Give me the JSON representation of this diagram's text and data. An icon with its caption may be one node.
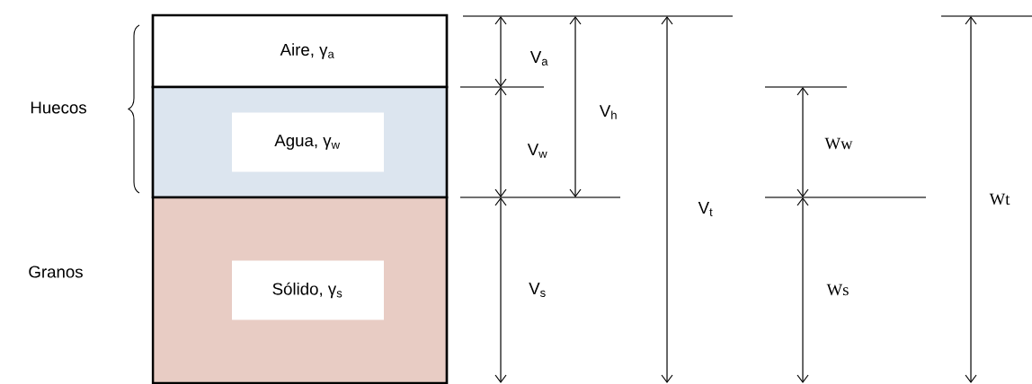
{
  "diagram": {
    "nodes": [
      {
        "text": [
          "Aire, γ$_{a}$"
        ]
      },
      {
        "text": [
          "Agua, γ$_{w}$"
        ]
      },
      {
        "text": [
          "Sólido, γ$_{s}$"
        ]
      }
    ],
    "labels": [
      "Huecos",
      "V$_{a}$",
      "V$_{h}$",
      "V$_{w}$",
      "Ww",
      "V$_{t}$",
      "Wt",
      "Granos",
      "V$_{s}$",
      "Ws"
    ]
  }
}
